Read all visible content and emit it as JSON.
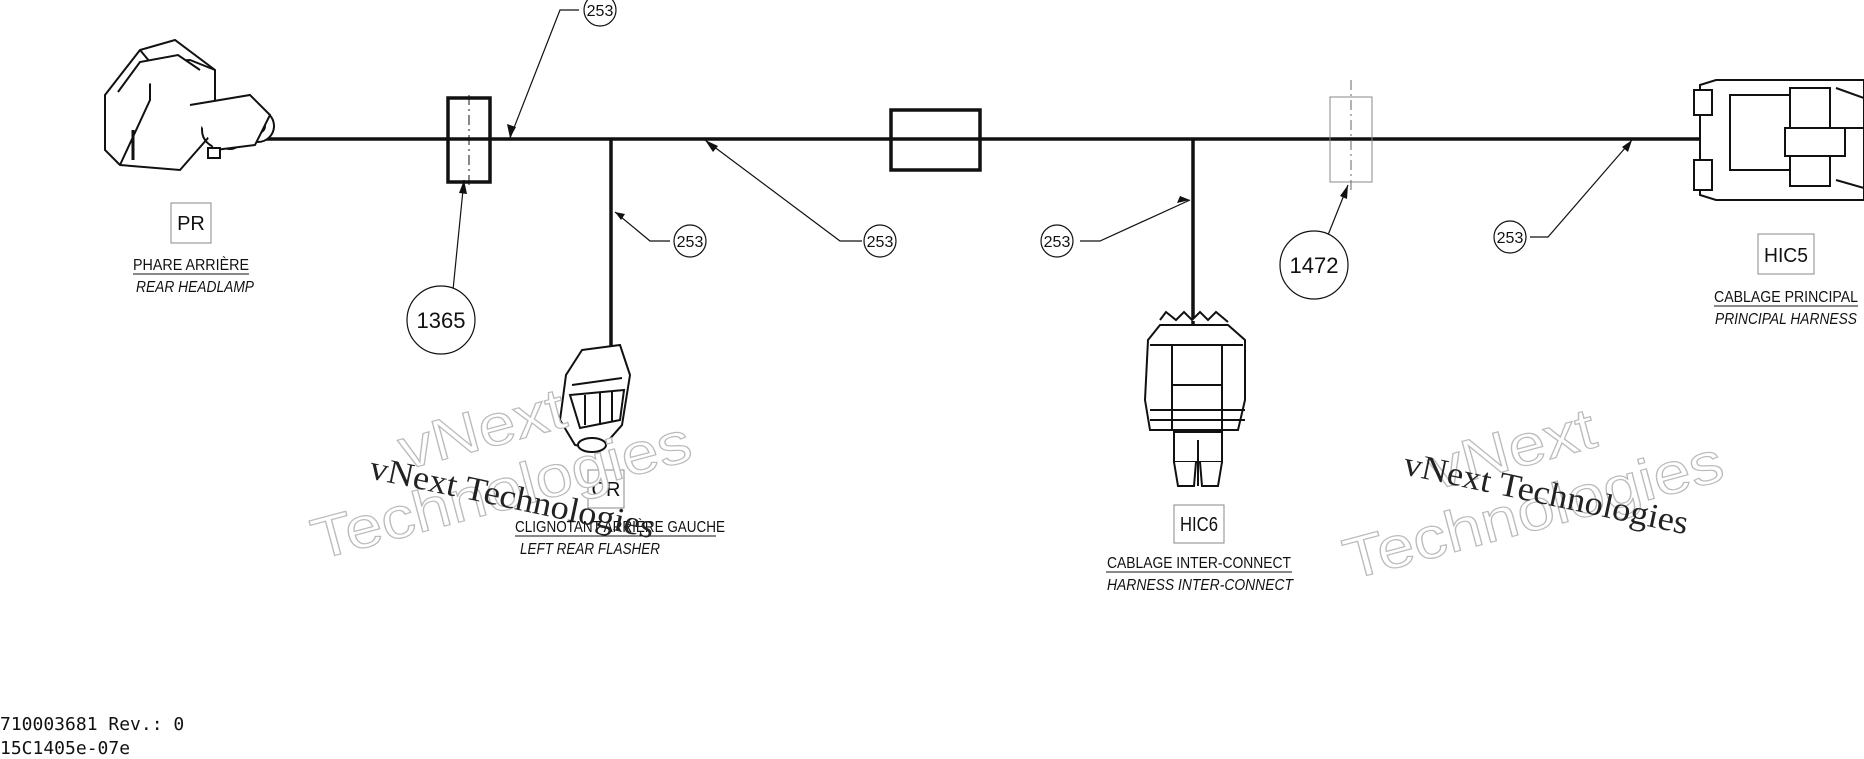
{
  "connectors": {
    "pr": {
      "code": "PR",
      "fr": "PHARE ARRIÈRE",
      "en": "REAR HEADLAMP"
    },
    "cr": {
      "code": "CR",
      "fr": "CLIGNOTANT ARRIÈRE GAUCHE",
      "en": "LEFT REAR FLASHER"
    },
    "hic6": {
      "code": "HIC6",
      "fr": "CABLAGE INTER-CONNECT",
      "en": "HARNESS INTER-CONNECT"
    },
    "hic5": {
      "code": "HIC5",
      "fr": "CABLAGE PRINCIPAL",
      "en": "PRINCIPAL HARNESS"
    }
  },
  "callouts": {
    "wire_top": "253",
    "wire_cr": "253",
    "wire_mid": "253",
    "wire_hic6": "253",
    "wire_right": "253",
    "part_1365": "1365",
    "part_1472": "1472"
  },
  "watermark": {
    "line1": "vNext Technologies",
    "line2a": "vNext",
    "line2b": "Technologies"
  },
  "footer": {
    "line1": "710003681 Rev.: 0",
    "line2": "15C1405e-07e"
  }
}
